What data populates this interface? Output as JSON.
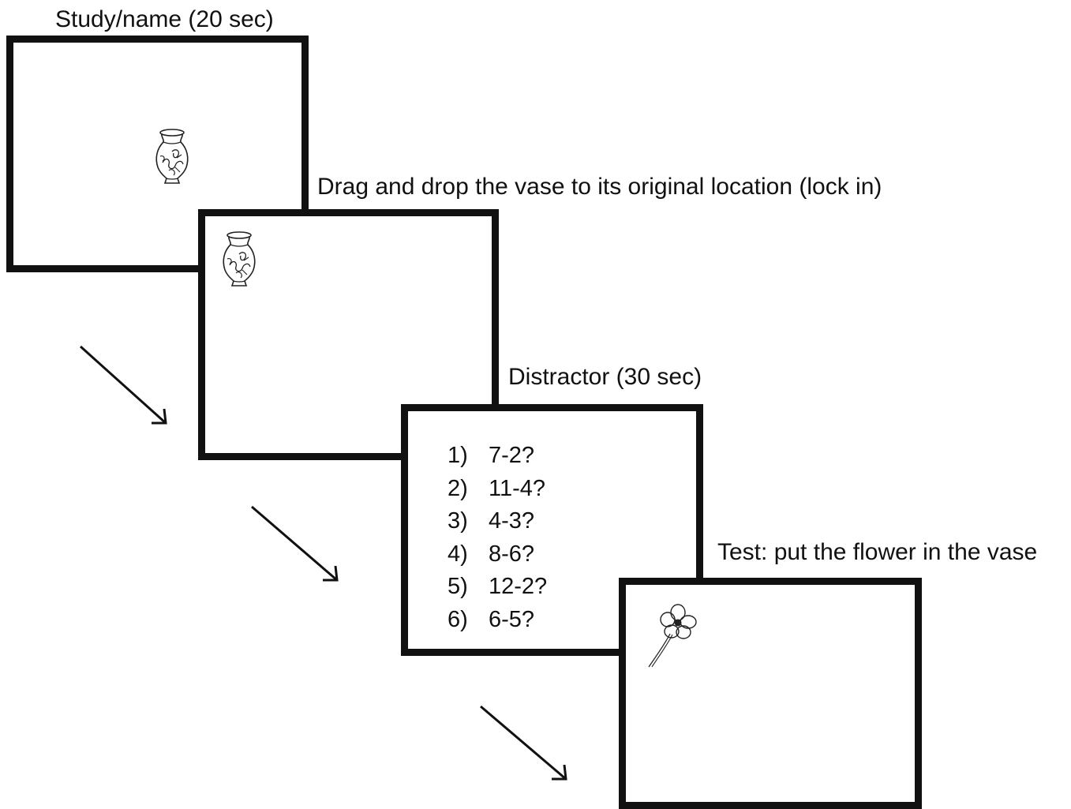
{
  "steps": [
    {
      "label": "Study/name (20 sec)",
      "image": "vase-icon"
    },
    {
      "label": "Drag and drop the vase to its original location (lock in)",
      "image": "vase-icon"
    },
    {
      "label": "Distractor (30 sec)",
      "problems": [
        {
          "num": "1)",
          "expr": "7-2?"
        },
        {
          "num": "2)",
          "expr": "11-4?"
        },
        {
          "num": "3)",
          "expr": "4-3?"
        },
        {
          "num": "4)",
          "expr": "8-6?"
        },
        {
          "num": "5)",
          "expr": "12-2?"
        },
        {
          "num": "6)",
          "expr": "6-5?"
        }
      ]
    },
    {
      "label": "Test: put the flower in the vase",
      "image": "flower-icon"
    }
  ]
}
